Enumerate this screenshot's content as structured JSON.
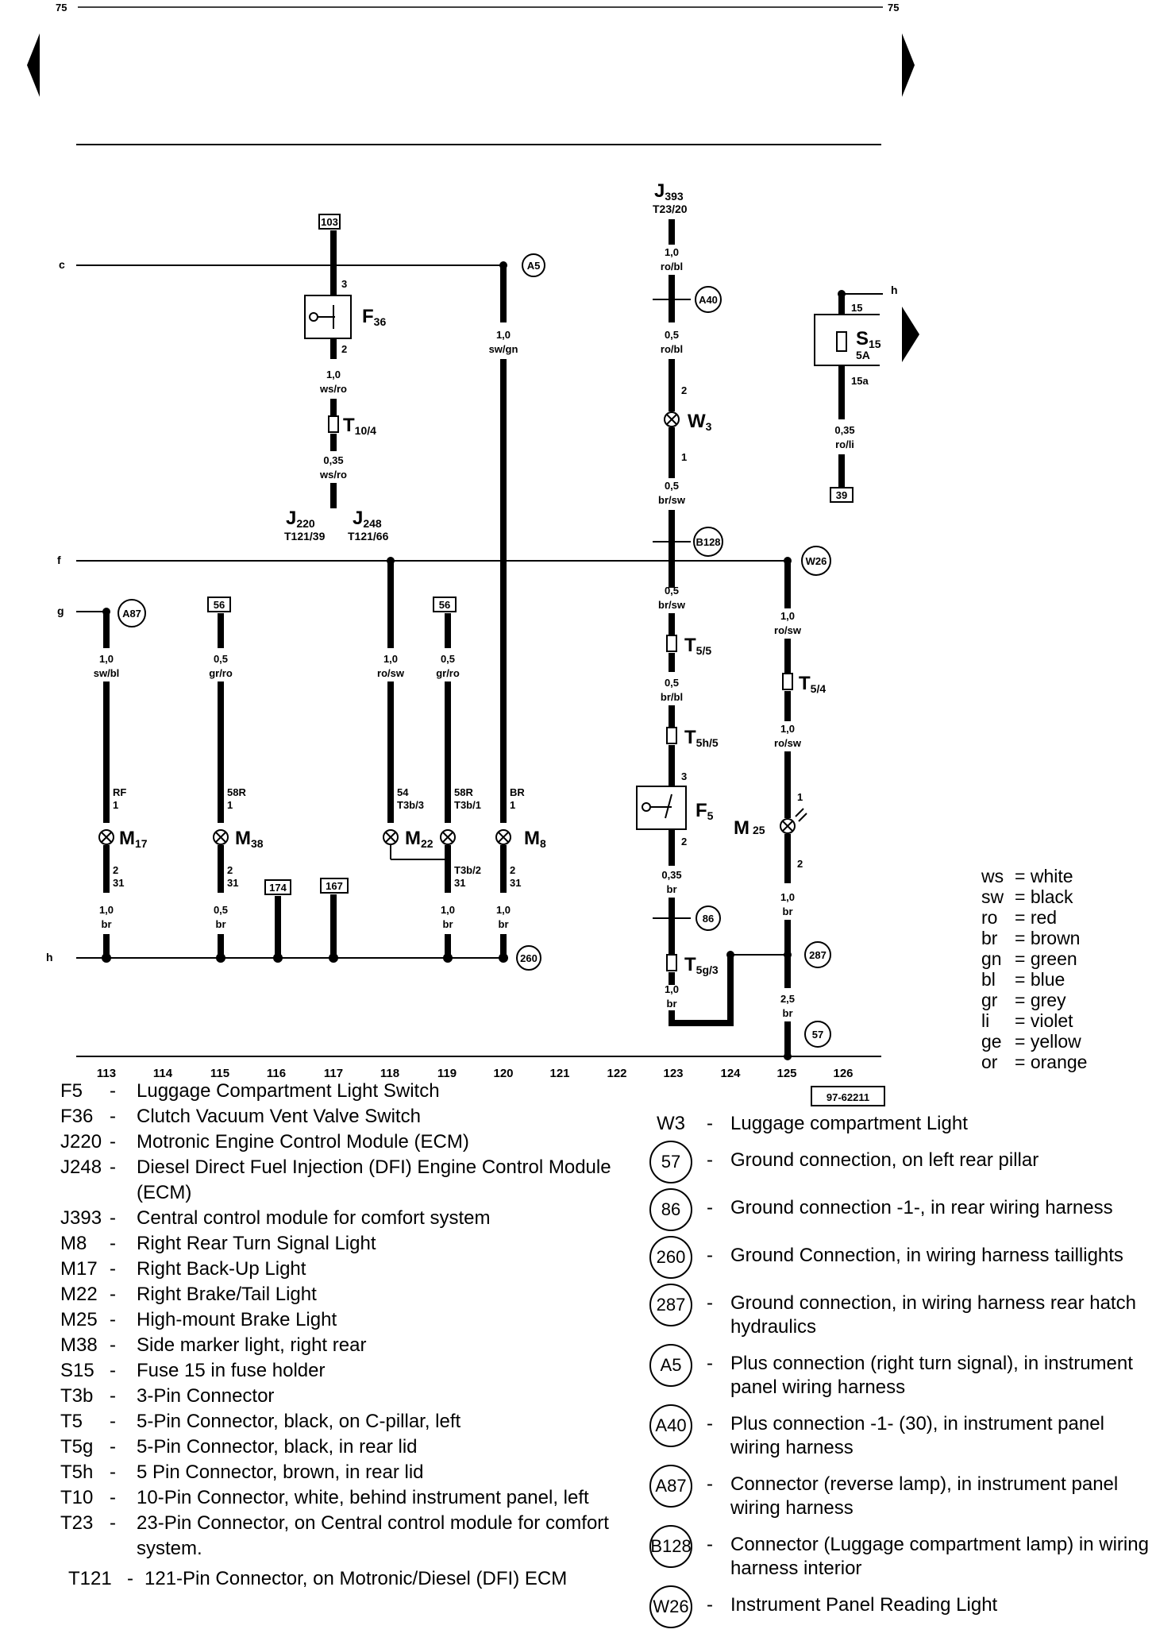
{
  "page": {
    "number_left": "75",
    "number_right": "75",
    "ref_code": "97-62211"
  },
  "diagram": {
    "edge_labels": {
      "c": "c",
      "f": "f",
      "g": "g",
      "h_bottom": "h",
      "h_right": "h"
    },
    "wires": {
      "f36_top": {
        "size": "1,0",
        "color": "ws/ro"
      },
      "f36_bot": {
        "size": "0,35",
        "color": "ws/ro"
      },
      "a5": {
        "size": "1,0",
        "color": "sw/gn"
      },
      "j393_top": {
        "size": "1,0",
        "color": "ro/bl"
      },
      "j393_mid": {
        "size": "0,5",
        "color": "ro/bl"
      },
      "w3_bot": {
        "size": "0,5",
        "color": "br/sw"
      },
      "b128_bot": {
        "size": "0,5",
        "color": "br/sw"
      },
      "t5_bot": {
        "size": "0,5",
        "color": "br/bl"
      },
      "f5_bot": {
        "size": "0,35",
        "color": "br"
      },
      "t5g_bot": {
        "size": "1,0",
        "color": "br"
      },
      "s15_bot": {
        "size": "0,35",
        "color": "ro/li"
      },
      "w26_top": {
        "size": "1,0",
        "color": "ro/sw"
      },
      "t54_bot": {
        "size": "1,0",
        "color": "ro/sw"
      },
      "m25_bot": {
        "size": "1,0",
        "color": "br"
      },
      "g57": {
        "size": "2,5",
        "color": "br"
      },
      "m17_top": {
        "size": "1,0",
        "color": "sw/bl"
      },
      "m38_top": {
        "size": "0,5",
        "color": "gr/ro"
      },
      "m22_left_top": {
        "size": "1,0",
        "color": "ro/sw"
      },
      "m22_right_top": {
        "size": "0,5",
        "color": "gr/ro"
      },
      "m17_bot": {
        "size": "1,0",
        "color": "br"
      },
      "m38_bot": {
        "size": "0,5",
        "color": "br"
      },
      "m22_bot": {
        "size": "1,0",
        "color": "br"
      },
      "m8_bot": {
        "size": "1,0",
        "color": "br"
      }
    },
    "components": {
      "f36": {
        "name": "F",
        "sub": "36"
      },
      "t104": {
        "name": "T",
        "sub": "10/4"
      },
      "j220": {
        "name": "J",
        "sub": "220",
        "loc": "T121/39"
      },
      "j248": {
        "name": "J",
        "sub": "248",
        "loc": "T121/66"
      },
      "j393": {
        "name": "J",
        "sub": "393",
        "loc": "T23/20"
      },
      "w3": {
        "name": "W",
        "sub": "3"
      },
      "s15": {
        "name": "S",
        "sub": "15",
        "rating": "5A"
      },
      "t55": {
        "name": "T",
        "sub": "5/5"
      },
      "t5h5": {
        "name": "T",
        "sub": "5h/5"
      },
      "f5": {
        "name": "F",
        "sub": "5"
      },
      "t5g3": {
        "name": "T",
        "sub": "5g/3"
      },
      "t54": {
        "name": "T",
        "sub": "5/4"
      },
      "m25": {
        "name": "M",
        "sub": "25"
      },
      "m17": {
        "name": "M",
        "sub": "17"
      },
      "m38": {
        "name": "M",
        "sub": "38"
      },
      "m22": {
        "name": "M",
        "sub": "22"
      },
      "m8": {
        "name": "M",
        "sub": "8"
      }
    },
    "pins": {
      "f36_3": "3",
      "f36_2": "2",
      "w3_2": "2",
      "w3_1": "1",
      "s15_15": "15",
      "s15_15a": "15a",
      "f5_3": "3",
      "f5_2": "2",
      "m25_1": "1",
      "m25_2": "2",
      "m17_top": "RF",
      "m17_top_n": "1",
      "m17_bot_n": "2",
      "m17_bot_t": "31",
      "m38_top": "58R",
      "m38_top_n": "1",
      "m38_bot_n": "2",
      "m38_bot_t": "31",
      "m22_left": "54",
      "m22_left_c": "T3b/3",
      "m22_right": "58R",
      "m22_right_c": "T3b/1",
      "m22_bot_c": "T3b/2",
      "m22_bot_t": "31",
      "m8_top": "BR",
      "m8_top_n": "1",
      "m8_bot_n": "2",
      "m8_bot_t": "31"
    },
    "refs": {
      "r103": "103",
      "r39": "39",
      "r56a": "56",
      "r56b": "56",
      "r174": "174",
      "r167": "167"
    },
    "grounds": {
      "a5": "A5",
      "a40": "A40",
      "b128": "B128",
      "w26": "W26",
      "a87": "A87",
      "g86": "86",
      "g287": "287",
      "g260": "260",
      "g57": "57"
    },
    "tracks": [
      "113",
      "114",
      "115",
      "116",
      "117",
      "118",
      "119",
      "120",
      "121",
      "122",
      "123",
      "124",
      "125",
      "126"
    ]
  },
  "colors_legend": [
    {
      "abbr": "ws",
      "eq": "=",
      "name": "white"
    },
    {
      "abbr": "sw",
      "eq": "=",
      "name": "black"
    },
    {
      "abbr": "ro",
      "eq": "=",
      "name": "red"
    },
    {
      "abbr": "br",
      "eq": "=",
      "name": "brown"
    },
    {
      "abbr": "gn",
      "eq": "=",
      "name": "green"
    },
    {
      "abbr": "bl",
      "eq": "=",
      "name": "blue"
    },
    {
      "abbr": "gr",
      "eq": "=",
      "name": "grey"
    },
    {
      "abbr": "li",
      "eq": "=",
      "name": "violet"
    },
    {
      "abbr": "ge",
      "eq": "=",
      "name": "yellow"
    },
    {
      "abbr": "or",
      "eq": "=",
      "name": "orange"
    }
  ],
  "legend_left": [
    {
      "code": "F5",
      "dash": "-",
      "desc": "Luggage Compartment Light Switch"
    },
    {
      "code": "F36",
      "dash": "-",
      "desc": "Clutch Vacuum Vent Valve Switch"
    },
    {
      "code": "J220",
      "dash": "-",
      "desc": "Motronic Engine Control Module (ECM)"
    },
    {
      "code": "J248",
      "dash": "-",
      "desc": "Diesel Direct Fuel Injection (DFI) Engine Control Module (ECM)"
    },
    {
      "code": "J393",
      "dash": "-",
      "desc": "Central control module for comfort system"
    },
    {
      "code": "M8",
      "dash": "-",
      "desc": "Right Rear Turn Signal Light"
    },
    {
      "code": "M17",
      "dash": "-",
      "desc": "Right Back-Up Light"
    },
    {
      "code": "M22",
      "dash": "-",
      "desc": "Right Brake/Tail Light"
    },
    {
      "code": "M25",
      "dash": "-",
      "desc": "High-mount Brake Light"
    },
    {
      "code": "M38",
      "dash": "-",
      "desc": "Side marker light, right rear"
    },
    {
      "code": "S15",
      "dash": "-",
      "desc": "Fuse 15 in fuse holder"
    },
    {
      "code": "T3b",
      "dash": "-",
      "desc": "3-Pin Connector"
    },
    {
      "code": "T5",
      "dash": "-",
      "desc": "5-Pin Connector, black, on C-pillar, left"
    },
    {
      "code": "T5g",
      "dash": "-",
      "desc": "5-Pin Connector, black, in rear lid"
    },
    {
      "code": "T5h",
      "dash": "-",
      "desc": "5 Pin Connector, brown, in rear lid"
    },
    {
      "code": "T10",
      "dash": "-",
      "desc": "10-Pin Connector, white, behind instrument panel, left"
    },
    {
      "code": "T23",
      "dash": "-",
      "desc": "23-Pin Connector, on Central control module for comfort system."
    },
    {
      "code": "T121",
      "dash": "-",
      "desc": "121-Pin Connector, on Motronic/Diesel (DFI) ECM"
    }
  ],
  "legend_right": [
    {
      "code": "W3",
      "circled": false,
      "dash": "-",
      "desc": "Luggage compartment Light"
    },
    {
      "code": "57",
      "circled": true,
      "dash": "-",
      "desc": "Ground connection, on left rear pillar"
    },
    {
      "code": "86",
      "circled": true,
      "dash": "-",
      "desc": "Ground connection -1-, in rear wiring harness"
    },
    {
      "code": "260",
      "circled": true,
      "dash": "-",
      "desc": "Ground Connection, in wiring harness taillights"
    },
    {
      "code": "287",
      "circled": true,
      "dash": "-",
      "desc": "Ground connection, in wiring harness rear hatch hydraulics"
    },
    {
      "code": "A5",
      "circled": true,
      "dash": "-",
      "desc": "Plus connection (right turn signal), in instrument panel wiring harness"
    },
    {
      "code": "A40",
      "circled": true,
      "dash": "-",
      "desc": "Plus connection -1- (30), in instrument panel wiring harness"
    },
    {
      "code": "A87",
      "circled": true,
      "dash": "-",
      "desc": "Connector (reverse lamp), in instrument panel wiring harness"
    },
    {
      "code": "B128",
      "circled": true,
      "dash": "-",
      "desc": "Connector (Luggage compartment lamp) in wiring harness interior"
    },
    {
      "code": "W26",
      "circled": true,
      "dash": "-",
      "desc": "Instrument Panel Reading Light"
    }
  ]
}
